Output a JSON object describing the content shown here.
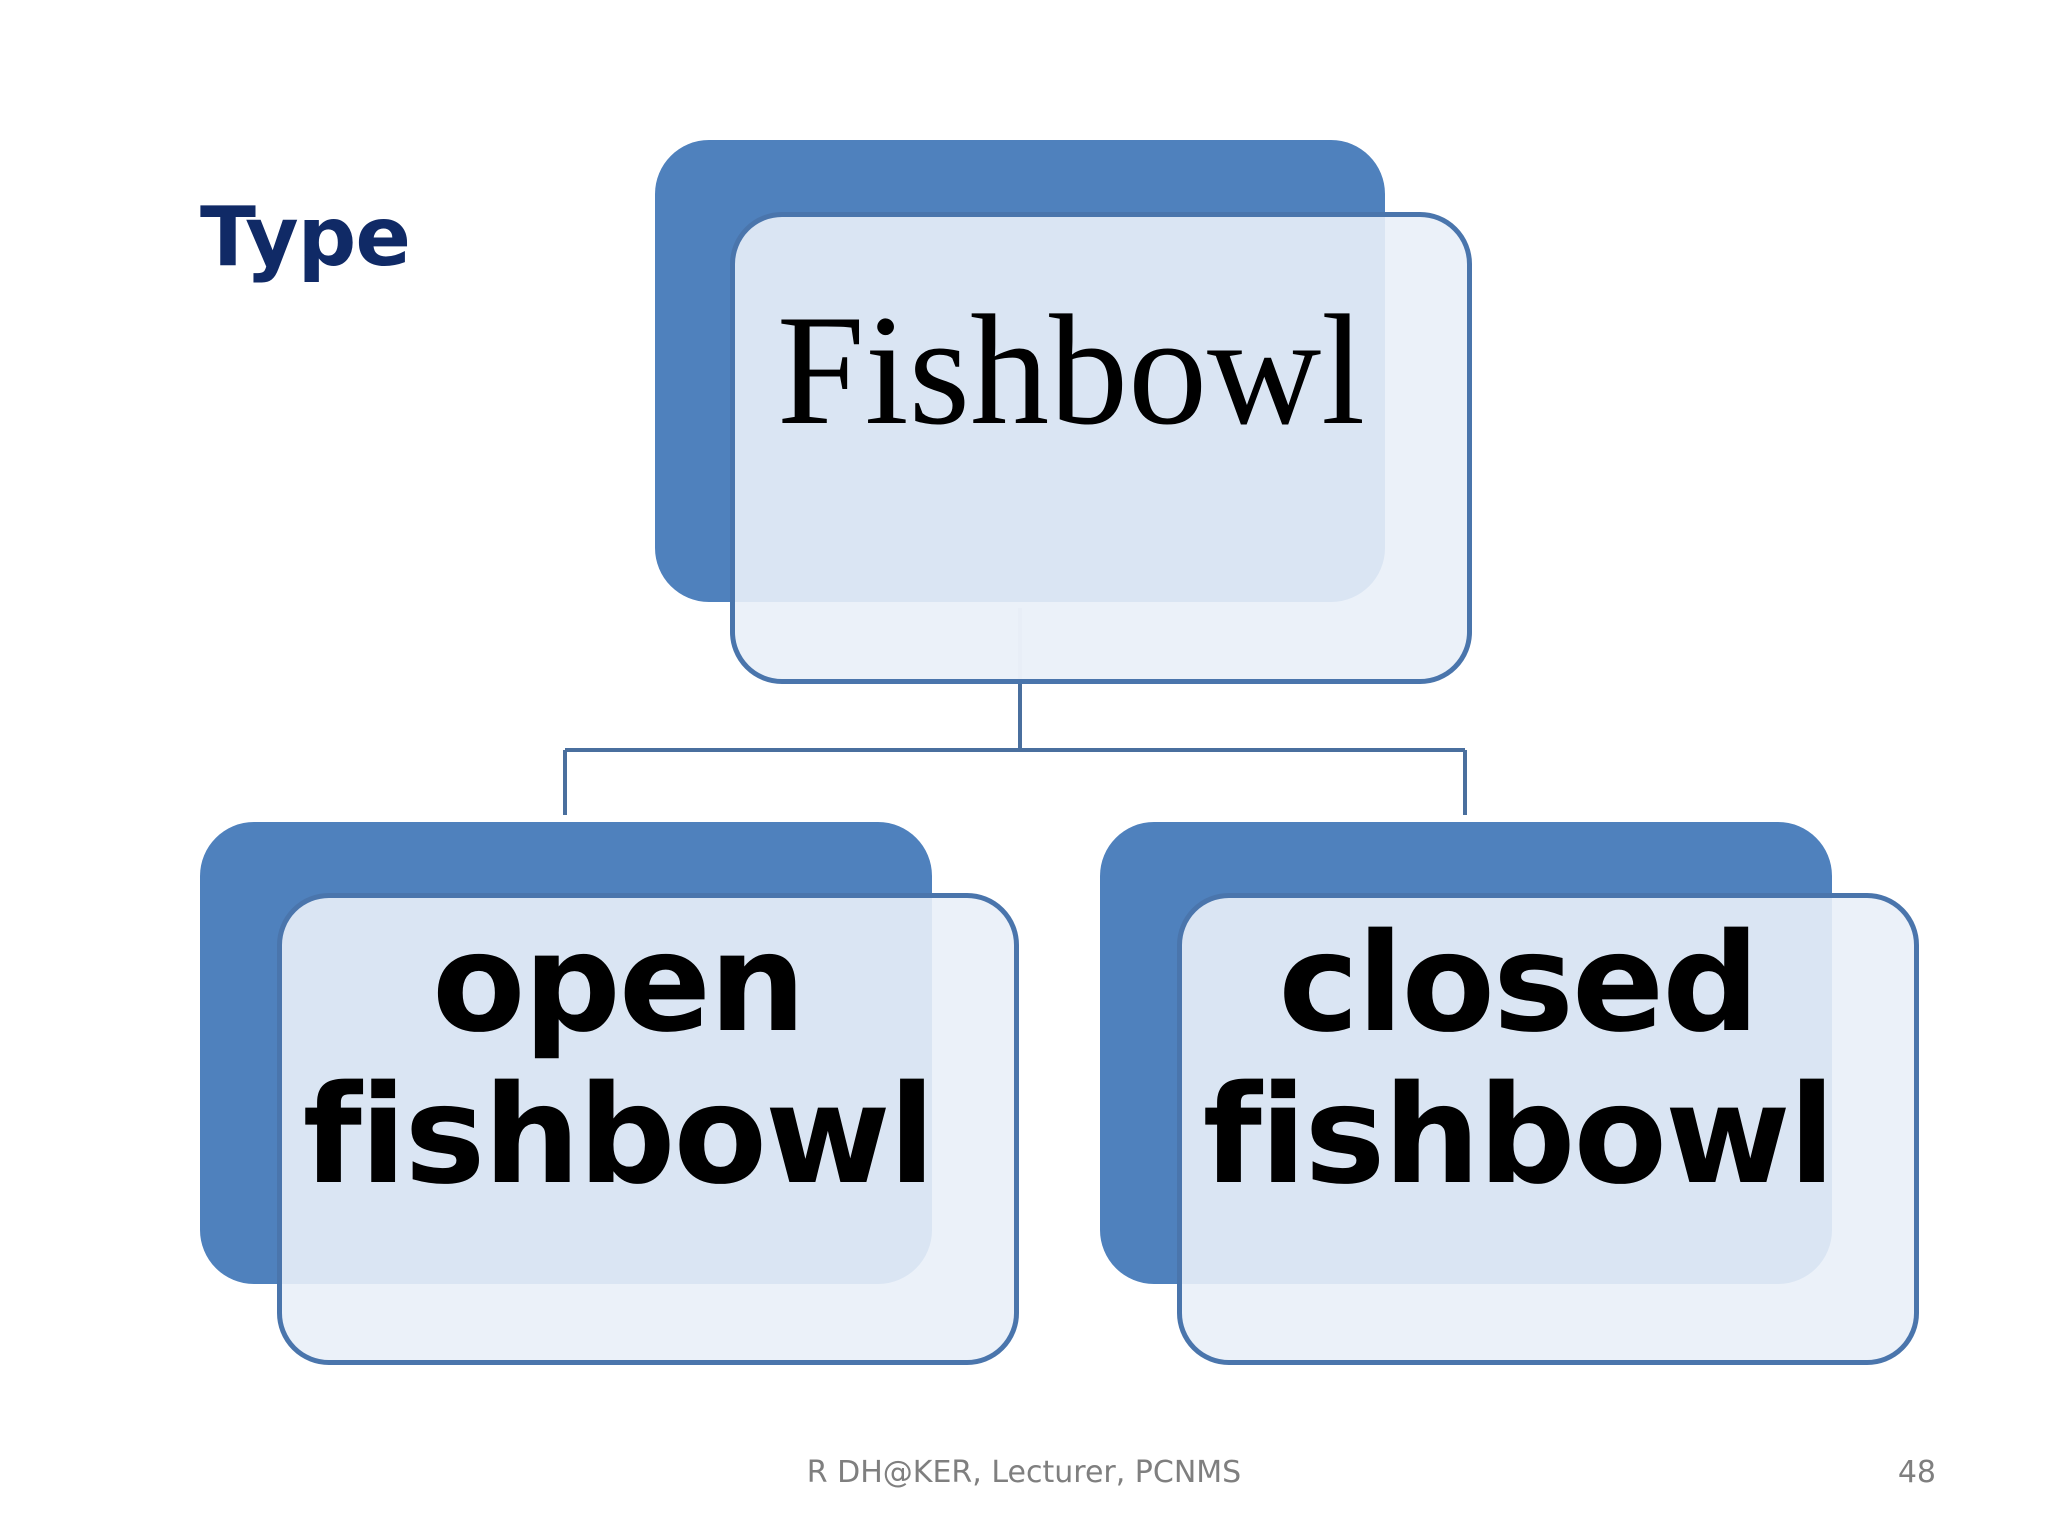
{
  "slide": {
    "title": "Type",
    "footer": "R DH@KER, Lecturer, PCNMS",
    "page_number": "48"
  },
  "diagram": {
    "root": {
      "label": "Fishbowl"
    },
    "children": [
      {
        "line1": "open",
        "line2": "fishbowl"
      },
      {
        "line1": "closed",
        "line2": "fishbowl"
      }
    ]
  },
  "colors": {
    "back_fill": "#4f81bd",
    "front_fill": "#e9f0f8",
    "border": "#4a75ac",
    "title": "#102a66",
    "footer": "#7f7f7f"
  }
}
